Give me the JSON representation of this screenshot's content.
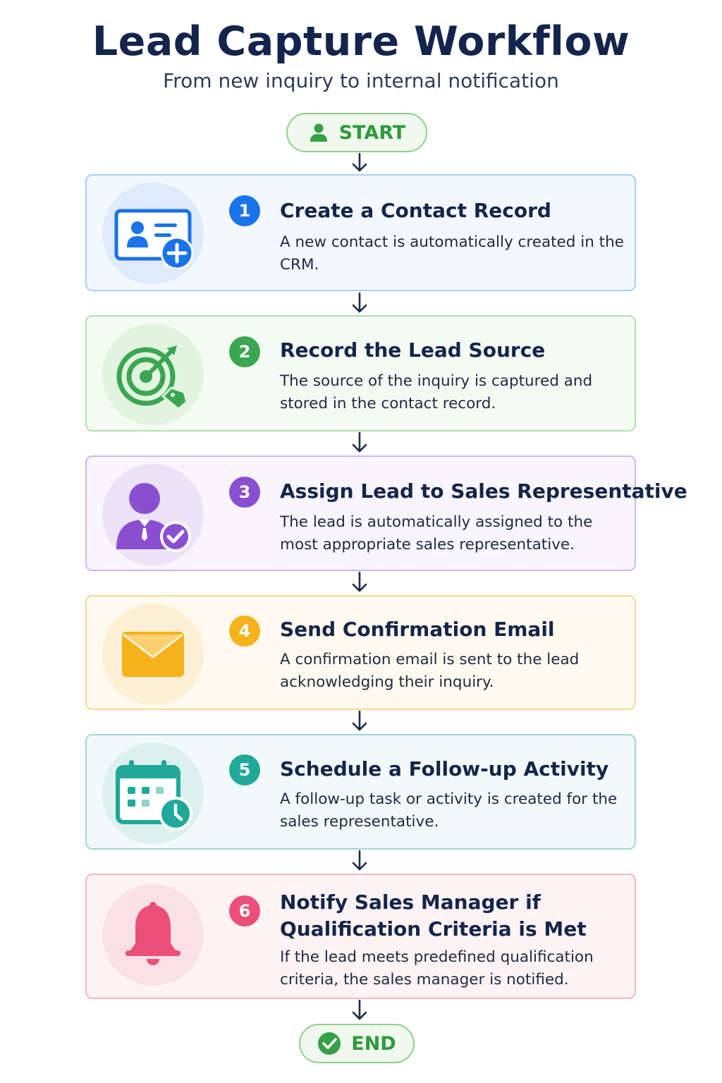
{
  "header": {
    "title": "Lead Capture Workflow",
    "subtitle": "From new inquiry to internal notification"
  },
  "start": {
    "label": "START",
    "icon": "user-icon"
  },
  "end": {
    "label": "END",
    "icon": "check-circle-icon"
  },
  "steps": [
    {
      "number": "1",
      "title": "Create a Contact Record",
      "description": "A new contact is automatically created in the CRM.",
      "icon": "contact-card-add-icon",
      "color": "#1a73e8"
    },
    {
      "number": "2",
      "title": "Record the Lead Source",
      "description": "The source of the inquiry is captured and stored in the contact record.",
      "icon": "target-tag-icon",
      "color": "#3ba651"
    },
    {
      "number": "3",
      "title": "Assign Lead to Sales Representative",
      "description": "The lead is automatically assigned to the most appropriate sales representative.",
      "icon": "sales-rep-check-icon",
      "color": "#8a4fd1"
    },
    {
      "number": "4",
      "title": "Send Confirmation Email",
      "description": "A confirmation email is sent to the lead acknowledging their inquiry.",
      "icon": "envelope-icon",
      "color": "#f5b21a"
    },
    {
      "number": "5",
      "title": "Schedule a Follow-up Activity",
      "description": "A follow-up task or activity is created for the sales representative.",
      "icon": "calendar-clock-icon",
      "color": "#20a99a"
    },
    {
      "number": "6",
      "title": "Notify Sales Manager if Qualification Criteria is Met",
      "description": "If the lead meets predefined qualification criteria, the sales manager is notified.",
      "icon": "bell-icon",
      "color": "#ec4f7a"
    }
  ]
}
